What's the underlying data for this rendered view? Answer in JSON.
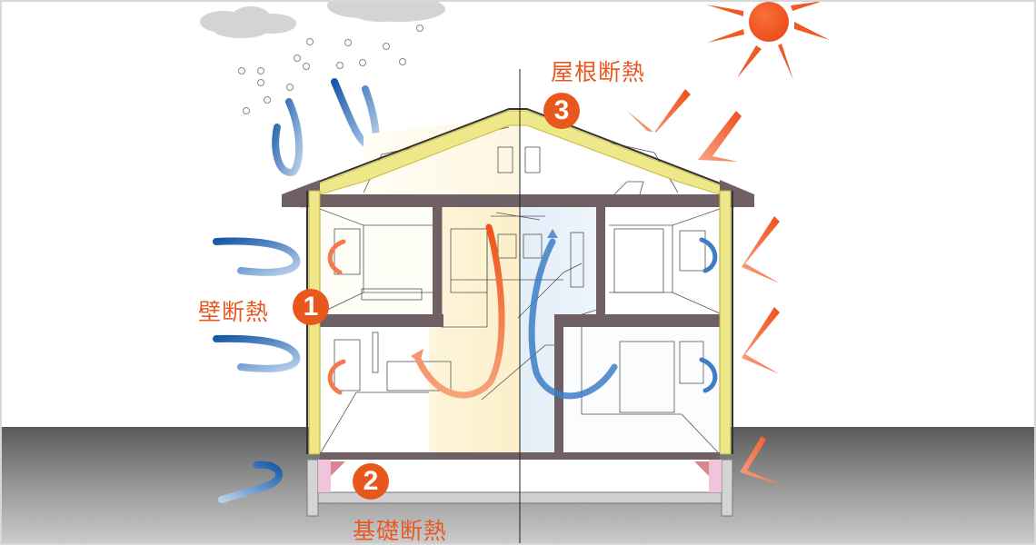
{
  "diagram": {
    "labels": {
      "wall": {
        "text": "壁断熱",
        "number": "1"
      },
      "foundation": {
        "text": "基礎断熱",
        "number": "2"
      },
      "roof": {
        "text": "屋根断熱",
        "number": "3"
      }
    },
    "icons": {
      "sun": "sun-icon",
      "cloud": "cloud-icon",
      "snow": "snowflake-dots",
      "cold_air": "cold-air-arrow",
      "heat_ray": "heat-ray-chevron",
      "warm_circulation": "warm-air-arrow",
      "cool_circulation": "cool-air-arrow"
    },
    "colors": {
      "accent_orange": "#e8571c",
      "insulation_yellow": "#eee88a",
      "frame_brown": "#6e6065",
      "cold_blue": "#2a6bb5",
      "foundation_pink": "#f2c4dc",
      "ground_gray": "#8f8f8f"
    }
  }
}
